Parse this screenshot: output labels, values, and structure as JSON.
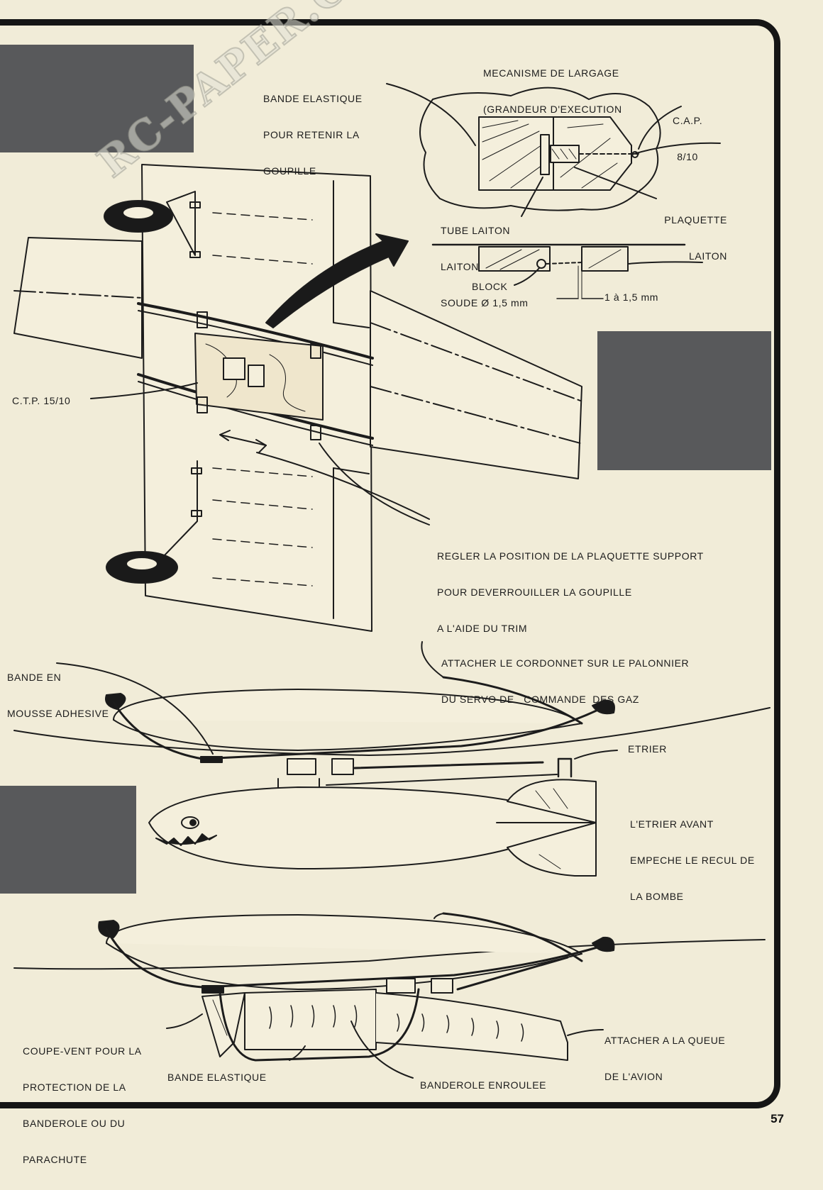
{
  "watermark": {
    "text": "RC-PAPER.COM"
  },
  "page_number": "57",
  "labels": {
    "mechanism_title_1": "MECANISME DE LARGAGE",
    "mechanism_title_2": "(GRANDEUR D'EXECUTION",
    "elastic_band_1": "BANDE ELASTIQUE",
    "elastic_band_2": "POUR RETENIR LA",
    "elastic_band_3": "GOUPILLE",
    "cap_1": "C.A.P.",
    "cap_2": "8/10",
    "tube_1": "TUBE LAITON",
    "tube_2": "LAITON",
    "tube_3": "SOUDE Ø 1,5 mm",
    "plaquette_1": "PLAQUETTE",
    "plaquette_2": "LAITON",
    "block": "BLOCK",
    "gap": "1 à 1,5 mm",
    "ctp": "C.T.P. 15/10",
    "regler_1": "REGLER LA POSITION DE LA PLAQUETTE SUPPORT",
    "regler_2": "POUR DEVERROUILLER LA GOUPILLE",
    "regler_3": "A L'AIDE DU TRIM",
    "attacher_1": "ATTACHER LE CORDONNET SUR LE PALONNIER",
    "attacher_2": "DU SERVO DE   COMMANDE  DES GAZ",
    "mousse_1": "BANDE EN",
    "mousse_2": "MOUSSE ADHESIVE",
    "etrier": "ETRIER",
    "etrier_avant_1": "L'ETRIER AVANT",
    "etrier_avant_2": "EMPECHE LE RECUL DE",
    "etrier_avant_3": "LA BOMBE",
    "coupe_1": "COUPE-VENT POUR LA",
    "coupe_2": "PROTECTION DE LA",
    "coupe_3": "BANDEROLE OU DU",
    "coupe_4": "PARACHUTE",
    "queue_1": "ATTACHER A LA QUEUE",
    "queue_2": "DE L'AVION",
    "bande_elastique": "BANDE ELASTIQUE",
    "banderole": "BANDEROLE ENROULEE"
  },
  "colors": {
    "paper": "#f1ecd8",
    "ink": "#1c1c1c",
    "gray_block": "#58595b"
  }
}
